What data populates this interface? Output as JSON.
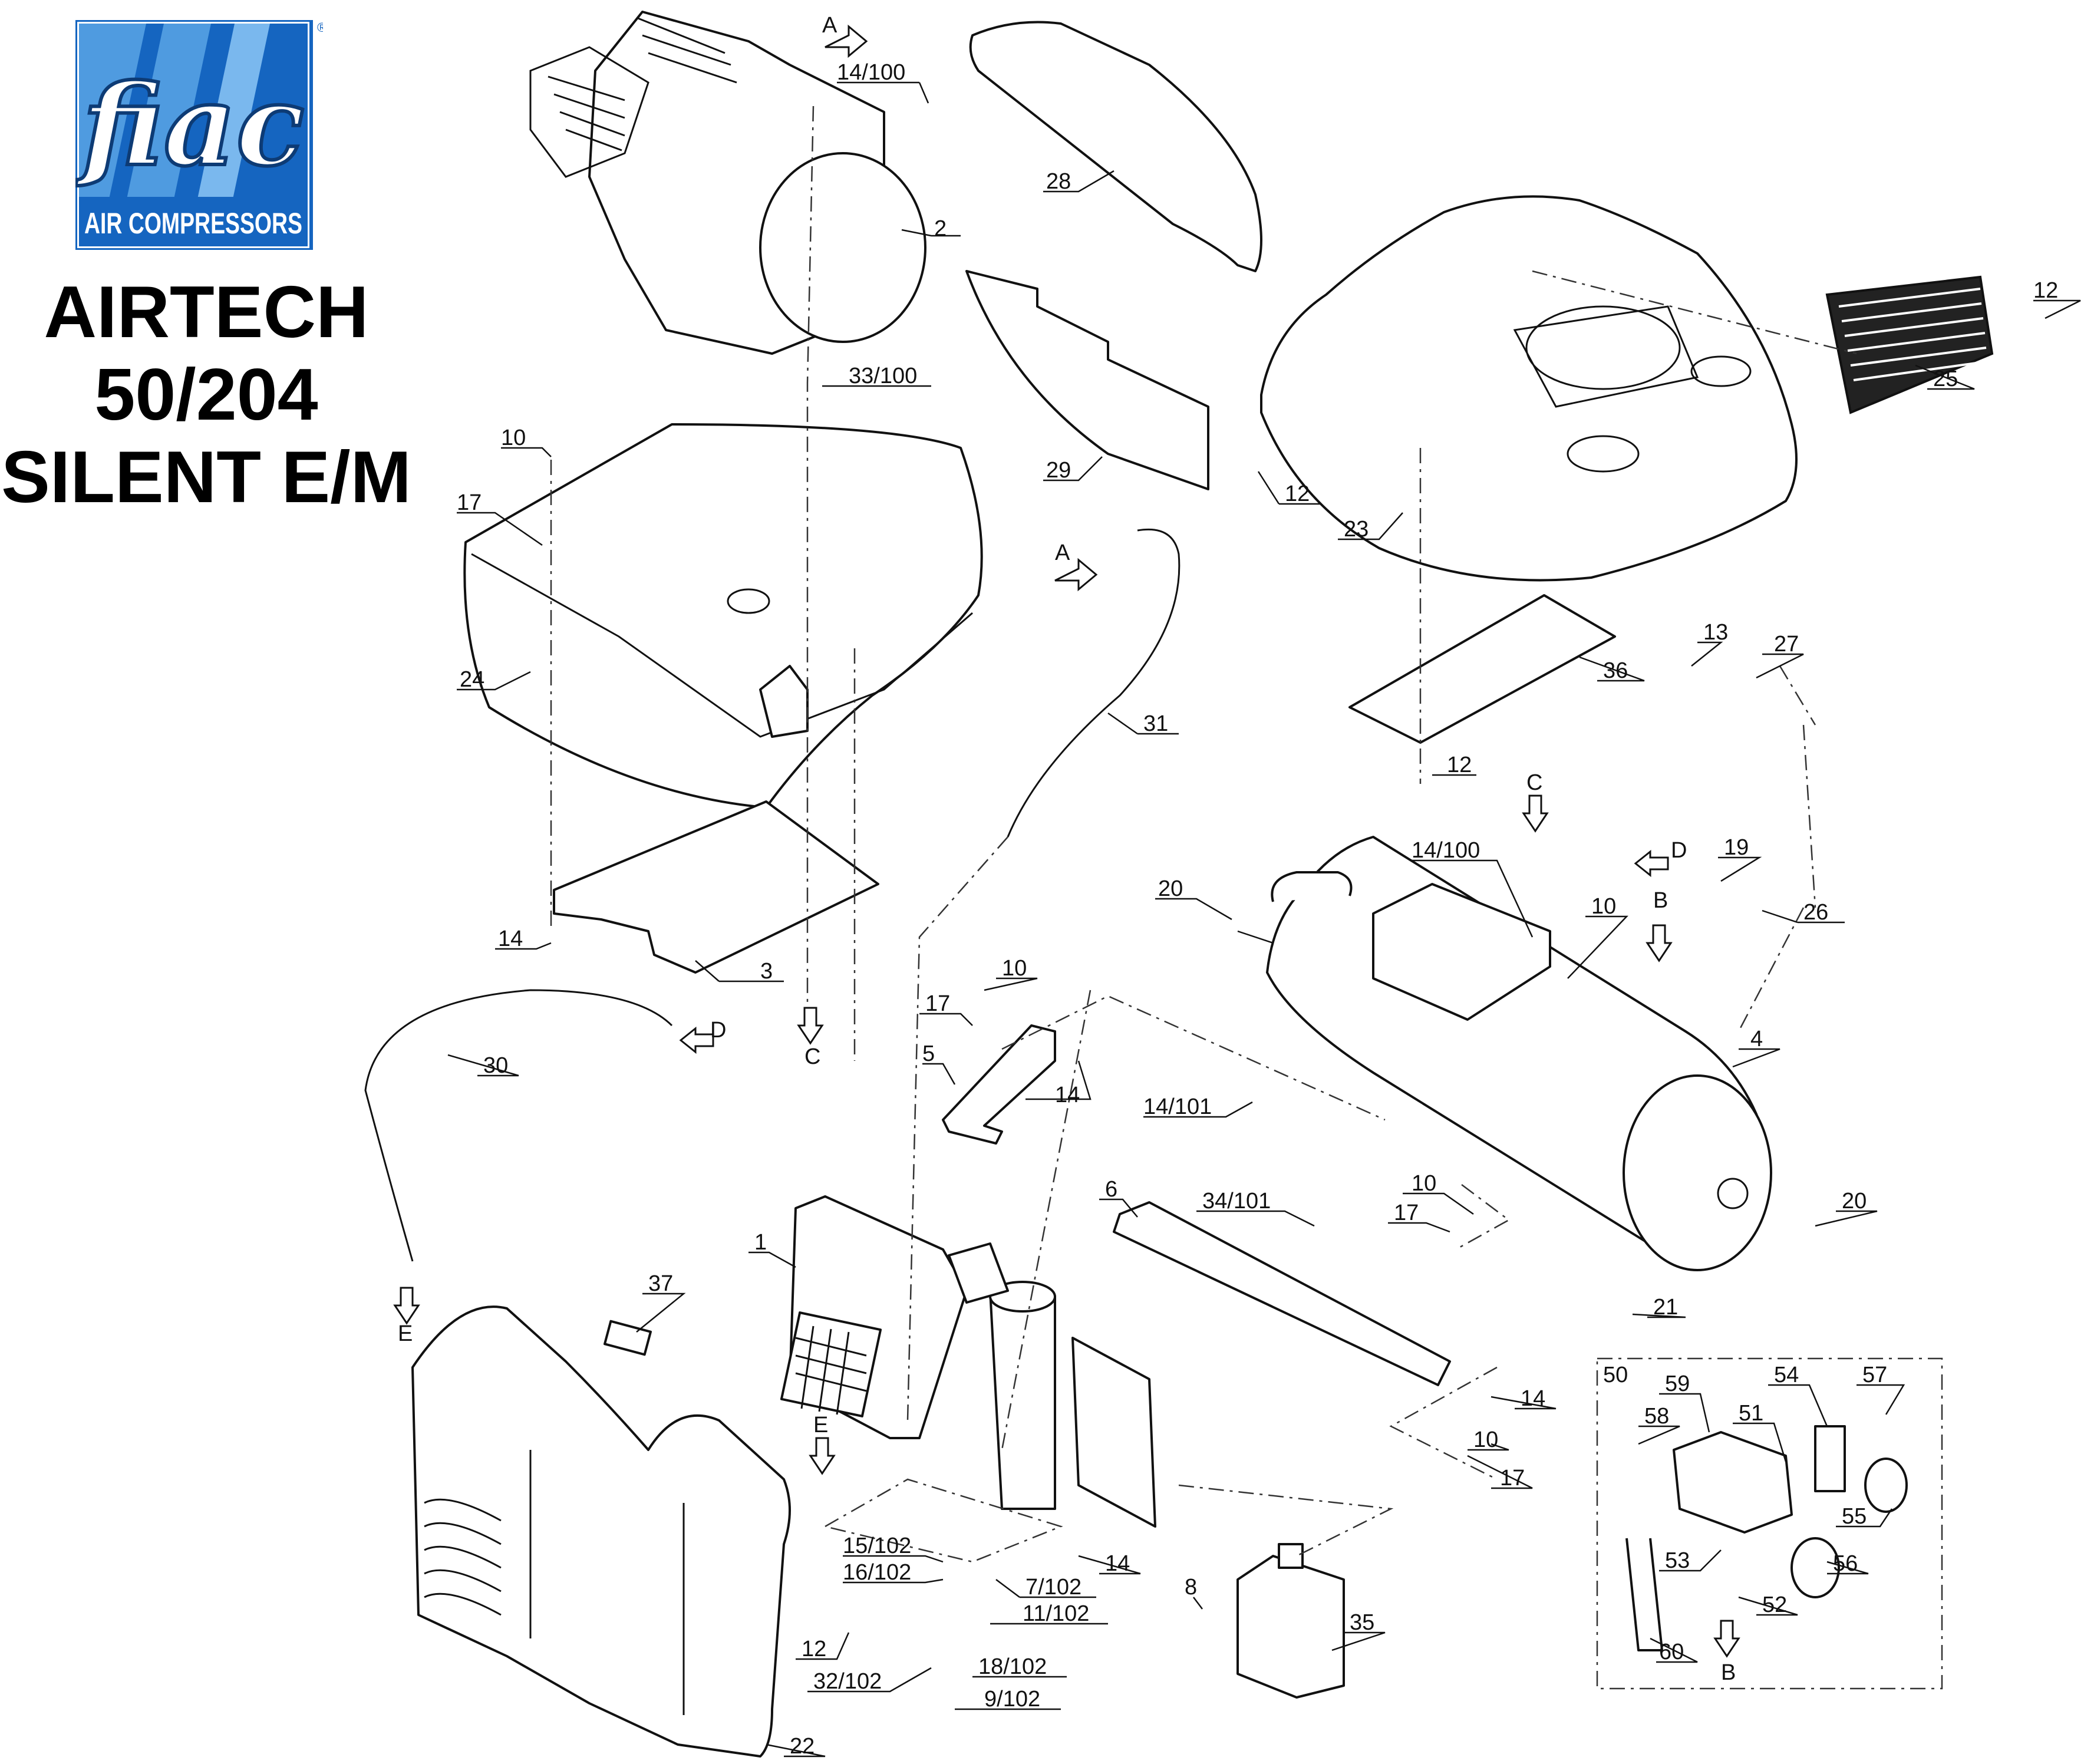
{
  "brand": {
    "logo_text": "fiac",
    "logo_subtext": "AIR COMPRESSORS",
    "registered_mark": "®",
    "colors": {
      "blue": "#1565c0",
      "light_blue": "#4f9be0",
      "white": "#ffffff"
    }
  },
  "title": {
    "line1": "AIRTECH",
    "line2": "50/204",
    "line3": "SILENT E/M"
  },
  "callouts": [
    {
      "id": "c-2",
      "text": "2"
    },
    {
      "id": "c-14-100-top",
      "text": "14/100"
    },
    {
      "id": "c-28",
      "text": "28"
    },
    {
      "id": "c-29",
      "text": "29"
    },
    {
      "id": "c-33-100",
      "text": "33/100"
    },
    {
      "id": "c-10-top",
      "text": "10"
    },
    {
      "id": "c-17-top",
      "text": "17"
    },
    {
      "id": "c-24",
      "text": "24"
    },
    {
      "id": "c-14-left",
      "text": "14"
    },
    {
      "id": "c-3",
      "text": "3"
    },
    {
      "id": "c-31",
      "text": "31"
    },
    {
      "id": "c-23",
      "text": "23"
    },
    {
      "id": "c-12-cover",
      "text": "12"
    },
    {
      "id": "c-12-right",
      "text": "12"
    },
    {
      "id": "c-25",
      "text": "25"
    },
    {
      "id": "c-36",
      "text": "36"
    },
    {
      "id": "c-12-mid",
      "text": "12"
    },
    {
      "id": "c-13",
      "text": "13"
    },
    {
      "id": "c-27",
      "text": "27"
    },
    {
      "id": "c-14-100-mid",
      "text": "14/100"
    },
    {
      "id": "c-20-left",
      "text": "20"
    },
    {
      "id": "c-10-tank",
      "text": "10"
    },
    {
      "id": "c-19",
      "text": "19"
    },
    {
      "id": "c-26",
      "text": "26"
    },
    {
      "id": "c-4",
      "text": "4"
    },
    {
      "id": "c-30",
      "text": "30"
    },
    {
      "id": "c-10-bracket",
      "text": "10"
    },
    {
      "id": "c-17-bracket",
      "text": "17"
    },
    {
      "id": "c-5",
      "text": "5"
    },
    {
      "id": "c-14-bracket",
      "text": "14"
    },
    {
      "id": "c-14-101",
      "text": "14/101"
    },
    {
      "id": "c-34-101",
      "text": "34/101"
    },
    {
      "id": "c-6",
      "text": "6"
    },
    {
      "id": "c-10-rail",
      "text": "10"
    },
    {
      "id": "c-17-rail",
      "text": "17"
    },
    {
      "id": "c-20-right",
      "text": "20"
    },
    {
      "id": "c-21",
      "text": "21"
    },
    {
      "id": "c-1",
      "text": "1"
    },
    {
      "id": "c-37",
      "text": "37"
    },
    {
      "id": "c-14-rail",
      "text": "14"
    },
    {
      "id": "c-10-low",
      "text": "10"
    },
    {
      "id": "c-17-low",
      "text": "17"
    },
    {
      "id": "c-15-102",
      "text": "15/102"
    },
    {
      "id": "c-16-102",
      "text": "16/102"
    },
    {
      "id": "c-7-102",
      "text": "7/102"
    },
    {
      "id": "c-11-102",
      "text": "11/102"
    },
    {
      "id": "c-14-motor",
      "text": "14"
    },
    {
      "id": "c-8",
      "text": "8"
    },
    {
      "id": "c-35",
      "text": "35"
    },
    {
      "id": "c-12-shell",
      "text": "12"
    },
    {
      "id": "c-32-102",
      "text": "32/102"
    },
    {
      "id": "c-18-102",
      "text": "18/102"
    },
    {
      "id": "c-9-102",
      "text": "9/102"
    },
    {
      "id": "c-22",
      "text": "22"
    },
    {
      "id": "c-50",
      "text": "50"
    },
    {
      "id": "c-59",
      "text": "59"
    },
    {
      "id": "c-54",
      "text": "54"
    },
    {
      "id": "c-57",
      "text": "57"
    },
    {
      "id": "c-58",
      "text": "58"
    },
    {
      "id": "c-51",
      "text": "51"
    },
    {
      "id": "c-55",
      "text": "55"
    },
    {
      "id": "c-53",
      "text": "53"
    },
    {
      "id": "c-56",
      "text": "56"
    },
    {
      "id": "c-52",
      "text": "52"
    },
    {
      "id": "c-60",
      "text": "60"
    }
  ],
  "connection_markers": [
    {
      "id": "m-A-top",
      "text": "A"
    },
    {
      "id": "m-A-hose",
      "text": "A"
    },
    {
      "id": "m-C-left",
      "text": "C"
    },
    {
      "id": "m-C-tank",
      "text": "C"
    },
    {
      "id": "m-D-tank",
      "text": "D"
    },
    {
      "id": "m-D-hose",
      "text": "D"
    },
    {
      "id": "m-B-tank",
      "text": "B"
    },
    {
      "id": "m-B-kit",
      "text": "B"
    },
    {
      "id": "m-E-hose",
      "text": "E"
    },
    {
      "id": "m-E-motor",
      "text": "E"
    }
  ]
}
